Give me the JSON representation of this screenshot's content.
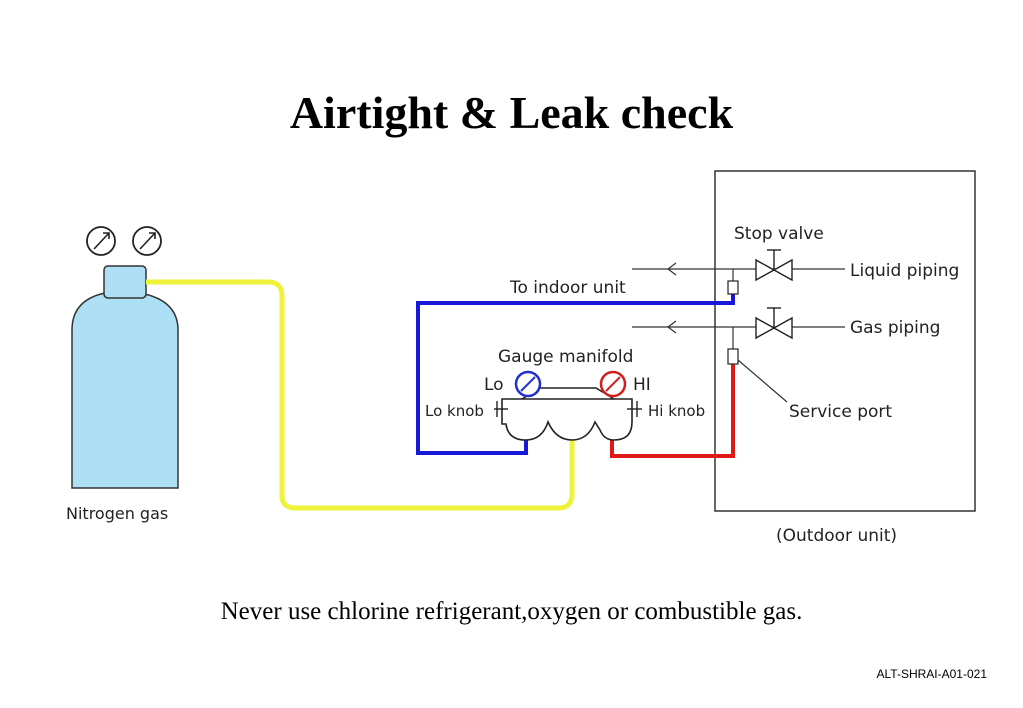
{
  "title": "Airtight & Leak check",
  "labels": {
    "stop_valve": "Stop valve",
    "to_indoor_unit": "To indoor unit",
    "liquid_piping": "Liquid piping",
    "gas_piping": "Gas piping",
    "gauge_manifold": "Gauge manifold",
    "lo": "Lo",
    "hi": "HI",
    "lo_knob": "Lo knob",
    "hi_knob": "Hi knob",
    "service_port": "Service port",
    "nitrogen_gas": "Nitrogen gas",
    "outdoor_unit": "(Outdoor unit)"
  },
  "warning": "Never use chlorine refrigerant,oxygen or combustible gas.",
  "footer": "ALT-SHRAI-A01-021",
  "colors": {
    "cylinder_fill": "#aee0f5",
    "nitrogen_hose": "#eef23a",
    "lo_hose": "#1818d8",
    "hi_hose": "#e01818",
    "lo_gauge": "#2030d0",
    "hi_gauge": "#d02020"
  }
}
